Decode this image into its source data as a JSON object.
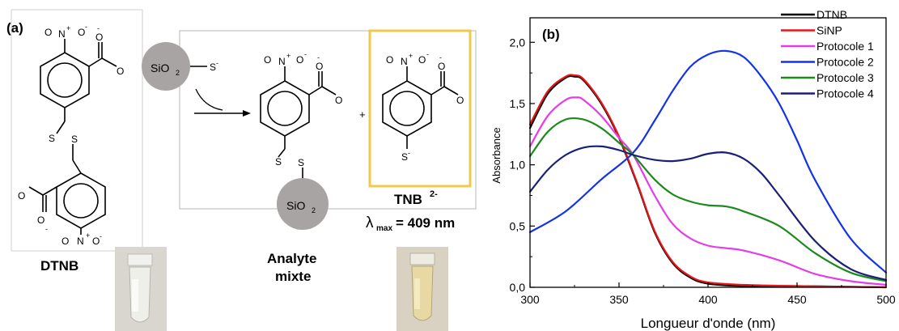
{
  "left": {
    "panel_label": "(a)",
    "dtnb_label": "DTNB",
    "sio2": "SiO",
    "sio2_sub": "2",
    "thiolate": "S",
    "minus": "-",
    "plus": "+",
    "nitrogen": "N",
    "oxygen": "O",
    "sulfur": "S",
    "tnb_label": "TNB",
    "tnb_charge": "2-",
    "lambda": "λ",
    "lambda_sub": "max",
    "lambda_value": "= 409 nm",
    "analyte_line1": "Analyte",
    "analyte_line2": "mixte",
    "box_color": "#f2c84b"
  },
  "chart_data": {
    "type": "line",
    "panel_label": "(b)",
    "xlabel": "Longueur d'onde (nm)",
    "ylabel": "Absorbance",
    "xlim": [
      300,
      500
    ],
    "ylim": [
      0,
      2.2
    ],
    "xticks": [
      "300",
      "350",
      "400",
      "450",
      "500"
    ],
    "yticks": [
      "0,0",
      "0,5",
      "1,0",
      "1,5",
      "2,0"
    ],
    "legend_position": "top-right",
    "grid": false,
    "series": [
      {
        "name": "DTNB",
        "color": "#000000",
        "x": [
          300,
          310,
          320,
          325,
          330,
          340,
          350,
          360,
          370,
          380,
          390,
          400,
          420,
          450,
          500
        ],
        "y": [
          1.3,
          1.58,
          1.71,
          1.72,
          1.69,
          1.5,
          1.22,
          0.85,
          0.45,
          0.2,
          0.08,
          0.03,
          0.01,
          0.01,
          0.0
        ]
      },
      {
        "name": "SiNP",
        "color": "#e8151b",
        "x": [
          300,
          310,
          320,
          325,
          330,
          340,
          350,
          360,
          370,
          380,
          390,
          400,
          420,
          450,
          500
        ],
        "y": [
          1.33,
          1.6,
          1.72,
          1.73,
          1.7,
          1.51,
          1.23,
          0.86,
          0.46,
          0.21,
          0.09,
          0.04,
          0.02,
          0.01,
          0.0
        ]
      },
      {
        "name": "Protocole 1",
        "color": "#e63be8",
        "x": [
          300,
          310,
          320,
          326,
          330,
          340,
          350,
          358,
          370,
          380,
          390,
          400,
          410,
          420,
          440,
          460,
          480,
          500
        ],
        "y": [
          1.15,
          1.4,
          1.53,
          1.55,
          1.53,
          1.4,
          1.22,
          1.08,
          0.75,
          0.52,
          0.4,
          0.34,
          0.32,
          0.3,
          0.22,
          0.11,
          0.05,
          0.02
        ]
      },
      {
        "name": "Protocole 2",
        "color": "#1433e8",
        "x": [
          300,
          320,
          340,
          358,
          370,
          380,
          390,
          400,
          410,
          420,
          430,
          440,
          450,
          460,
          480,
          500
        ],
        "y": [
          0.45,
          0.62,
          0.88,
          1.1,
          1.36,
          1.6,
          1.8,
          1.9,
          1.93,
          1.88,
          1.72,
          1.5,
          1.2,
          0.88,
          0.4,
          0.12
        ]
      },
      {
        "name": "Protocole 3",
        "color": "#1a8a1a",
        "x": [
          300,
          310,
          320,
          330,
          340,
          350,
          358,
          370,
          380,
          390,
          400,
          410,
          420,
          440,
          460,
          480,
          500
        ],
        "y": [
          1.07,
          1.27,
          1.37,
          1.37,
          1.3,
          1.18,
          1.08,
          0.88,
          0.76,
          0.7,
          0.67,
          0.66,
          0.62,
          0.5,
          0.28,
          0.12,
          0.05
        ]
      },
      {
        "name": "Protocole 4",
        "color": "#1b1f78",
        "x": [
          300,
          310,
          320,
          330,
          340,
          350,
          358,
          370,
          380,
          390,
          400,
          410,
          420,
          430,
          440,
          460,
          480,
          500
        ],
        "y": [
          0.78,
          0.96,
          1.08,
          1.14,
          1.15,
          1.12,
          1.08,
          1.04,
          1.03,
          1.05,
          1.09,
          1.1,
          1.05,
          0.93,
          0.75,
          0.38,
          0.15,
          0.06
        ]
      }
    ]
  }
}
